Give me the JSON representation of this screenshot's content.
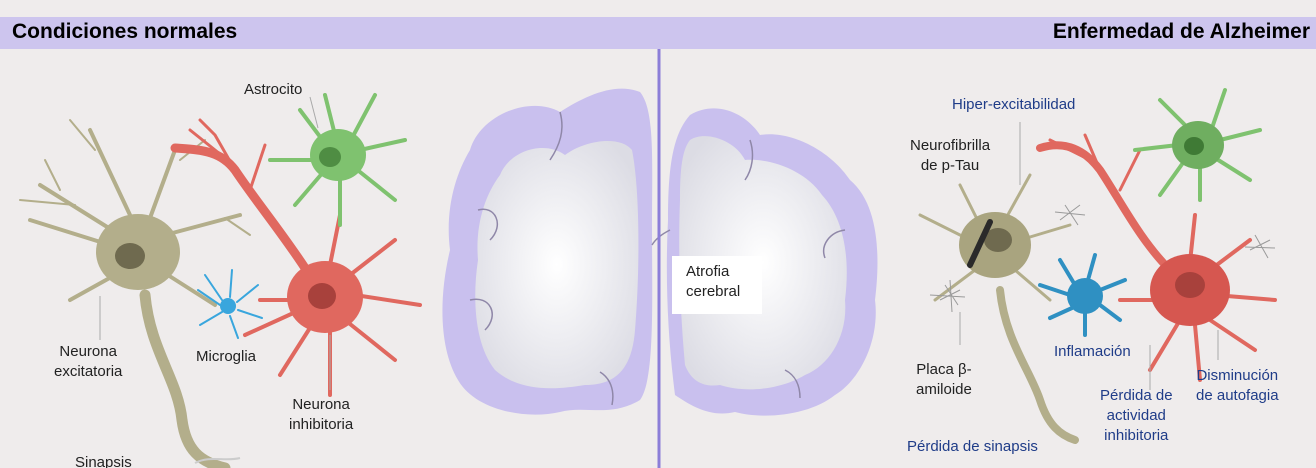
{
  "header": {
    "left_title": "Condiciones normales",
    "right_title": "Enfermedad de Alzheimer"
  },
  "labels_normal": {
    "astrocyte": "Astrocito",
    "excitatory_neuron_1": "Neurona",
    "excitatory_neuron_2": "excitatoria",
    "microglia": "Microglia",
    "inhibitory_neuron_1": "Neurona",
    "inhibitory_neuron_2": "inhibitoria",
    "synapse": "Sinapsis"
  },
  "labels_center": {
    "atrophy_1": "Atrofia",
    "atrophy_2": "cerebral"
  },
  "labels_alzheimer": {
    "hyperexcitability": "Hiper-excitabilidad",
    "tangle_1": "Neurofibrilla",
    "tangle_2": "de p-Tau",
    "plaque_1": "Placa β-",
    "plaque_2": "amiloide",
    "inflammation": "Inflamación",
    "inhibitory_loss_1": "Pérdida de",
    "inhibitory_loss_2": "actividad",
    "inhibitory_loss_3": "inhibitoria",
    "autophagy_1": "Disminución",
    "autophagy_2": "de autofagia",
    "synapse_loss": "Pérdida de sinapsis"
  },
  "colors": {
    "header_band": "#cdc5ee",
    "background": "#efecec",
    "cortex": "#c9c0ee",
    "divider": "#8c7ed8",
    "excitatory_neuron": "#b3ae8b",
    "inhibitory_neuron": "#e0685f",
    "astrocyte": "#7fc26f",
    "microglia": "#39a6dd",
    "annotation_text": "#1f3c88"
  }
}
